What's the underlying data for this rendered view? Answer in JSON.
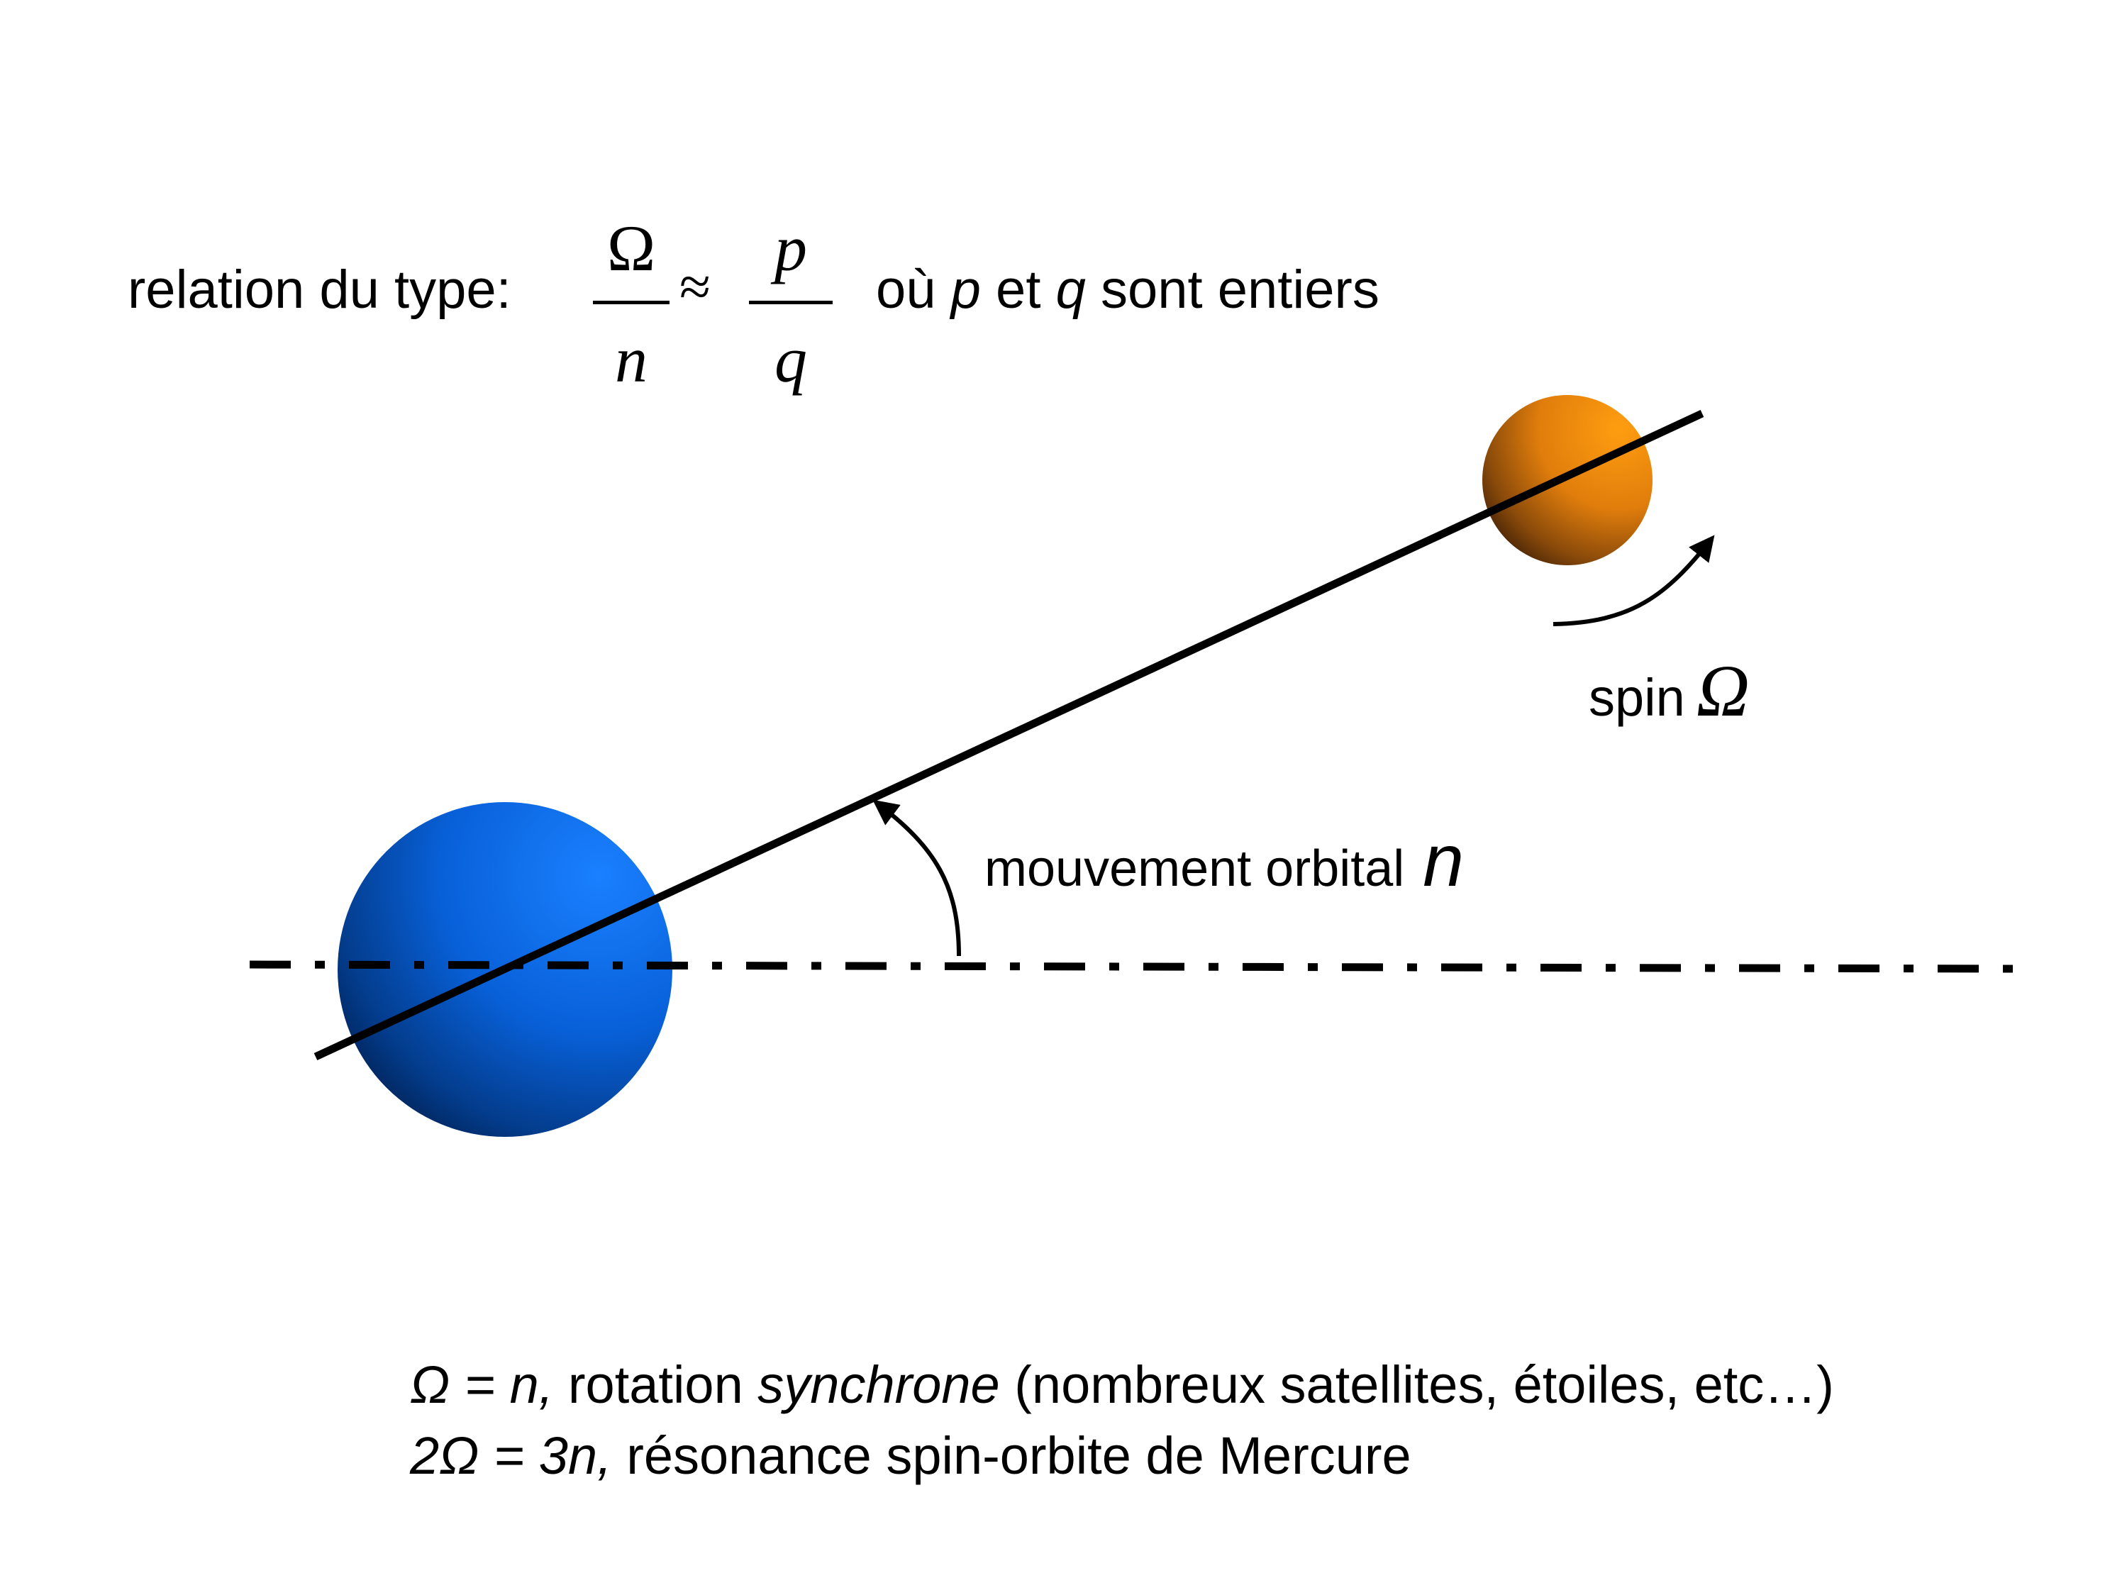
{
  "relation": {
    "label": "relation du type:",
    "fraction_left": {
      "numerator": "Ω",
      "denominator": "n"
    },
    "approx": "≈",
    "fraction_right": {
      "numerator": "p",
      "denominator": "q"
    },
    "integers_prefix": "où ",
    "p": "p",
    "et": " et ",
    "q": "q",
    "integers_suffix": " sont entiers"
  },
  "labels": {
    "spin_text": "spin",
    "spin_symbol": "Ω",
    "orbital_text": "mouvement orbital",
    "orbital_symbol": "n"
  },
  "notes": {
    "line1_italic": "Ω = n,",
    "line1_text": " rotation ",
    "line1_italic2": "synchrone",
    "line1_rest": " (nombreux satellites, étoiles, etc…)",
    "line2_italic": "2Ω = 3n,",
    "line2_rest": " résonance spin-orbite de Mercure"
  },
  "colors": {
    "primary_body": "#1a7cff",
    "primary_body_dark": "#001a40",
    "secondary_body": "#ff9a12",
    "secondary_body_dark": "#2a1606",
    "lines": "#000000"
  }
}
